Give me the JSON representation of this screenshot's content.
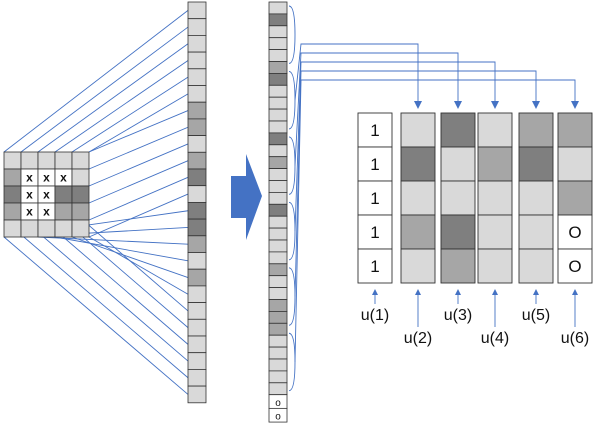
{
  "colors": {
    "line": "#4472c4",
    "arrow": "#4472c4",
    "cell_border": "#333333",
    "shades": {
      "white": "#ffffff",
      "light": "#d9d9d9",
      "mid": "#a6a6a6",
      "dark": "#7f7f7f"
    }
  },
  "input_grid": {
    "rows": [
      [
        "light",
        "light",
        "light",
        "light",
        "light"
      ],
      [
        "mid",
        "white",
        "white",
        "white",
        "light"
      ],
      [
        "dark",
        "white",
        "white",
        "dark",
        "dark"
      ],
      [
        "mid",
        "white",
        "white",
        "mid",
        "mid"
      ],
      [
        "light",
        "light",
        "light",
        "light",
        "light"
      ]
    ],
    "marks": [
      [
        "",
        "",
        "",
        "",
        ""
      ],
      [
        "",
        "x",
        "x",
        "x",
        ""
      ],
      [
        "",
        "x",
        "x",
        "",
        ""
      ],
      [
        "",
        "x",
        "x",
        "",
        ""
      ],
      [
        "",
        "",
        "",
        "",
        ""
      ]
    ]
  },
  "first_column": {
    "cells": [
      "light",
      "light",
      "light",
      "light",
      "light",
      "light",
      "mid",
      "mid",
      "light",
      "mid",
      "dark",
      "light",
      "dark",
      "dark",
      "mid",
      "light",
      "mid",
      "light",
      "light",
      "light",
      "light",
      "light",
      "light",
      "light"
    ]
  },
  "second_column": {
    "cells": [
      "light",
      "dark",
      "light",
      "light",
      "light",
      "mid",
      "dark",
      "light",
      "light",
      "light",
      "light",
      "dark",
      "light",
      "mid",
      "light",
      "light",
      "light",
      "dark",
      "light",
      "light",
      "light",
      "light",
      "mid",
      "light",
      "light",
      "mid",
      "mid",
      "mid",
      "light",
      "light",
      "light",
      "light",
      "light"
    ],
    "tail_labels": [
      "o",
      "o"
    ]
  },
  "matrix": {
    "columns": [
      {
        "label": "u(1)",
        "cells": [
          "white",
          "white",
          "white",
          "white",
          "white"
        ],
        "texts": [
          "1",
          "1",
          "1",
          "1",
          "1"
        ]
      },
      {
        "label": "u(2)",
        "cells": [
          "light",
          "dark",
          "light",
          "mid",
          "light"
        ],
        "texts": [
          "",
          "",
          "",
          "",
          ""
        ]
      },
      {
        "label": "u(3)",
        "cells": [
          "dark",
          "light",
          "light",
          "dark",
          "mid"
        ],
        "texts": [
          "",
          "",
          "",
          "",
          ""
        ]
      },
      {
        "label": "u(4)",
        "cells": [
          "light",
          "mid",
          "light",
          "light",
          "light"
        ],
        "texts": [
          "",
          "",
          "",
          "",
          ""
        ]
      },
      {
        "label": "u(5)",
        "cells": [
          "mid",
          "dark",
          "light",
          "light",
          "light"
        ],
        "texts": [
          "",
          "",
          "",
          "",
          ""
        ]
      },
      {
        "label": "u(6)",
        "cells": [
          "mid",
          "light",
          "mid",
          "white",
          "white"
        ],
        "texts": [
          "",
          "",
          "",
          "O",
          "O"
        ]
      }
    ]
  }
}
